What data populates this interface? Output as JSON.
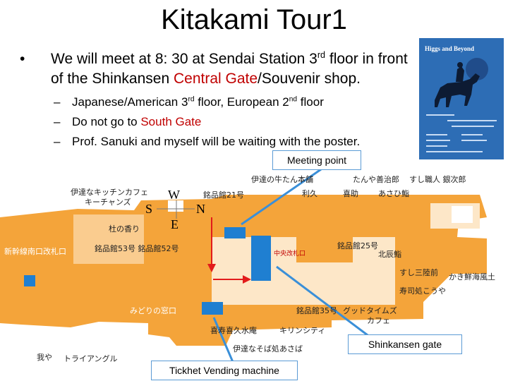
{
  "title": "Kitakami Tour1",
  "bullet": {
    "symbol": "•",
    "line_before_sup": "We will meet at 8: 30 at Sendai Station 3",
    "sup": "rd",
    "line_after_sup": " floor in front of the Shinkansen ",
    "central_gate": "Central Gate",
    "slash": "/Souvenir shop."
  },
  "sub_bullets": {
    "dash": "–",
    "item1_a": "Japanese/American 3",
    "item1_sup1": "rd",
    "item1_b": " floor, European 2",
    "item1_sup2": "nd",
    "item1_c": " floor",
    "item2_a": "Do not go to ",
    "item2_red": "South Gate",
    "item3": "Prof. Sanuki and myself will be waiting with the poster."
  },
  "labels": {
    "meeting_point": "Meeting point",
    "shinkansen_gate": "Shinkansen gate",
    "ticket_machine": "Tickhet Vending machine"
  },
  "poster": {
    "title": "Higgs and Beyond"
  },
  "compass": {
    "w": "W",
    "s": "S",
    "n": "N",
    "e": "E"
  },
  "map_labels": {
    "date_no_gyutan": "伊達の牛たん本舗",
    "tanya": "たんや善治郎",
    "sushi": "すし職人 銀次郎",
    "kitchen": "伊達なキッチンカフェ",
    "kichans": "キーチャンズ",
    "meihin21": "銘品館21号",
    "rikyu": "利久",
    "kisuke": "喜助",
    "asaoi": "あさひ鮨",
    "mori": "杜の香り",
    "meihin25": "銘品館25号",
    "meihin53": "銘品館53号 銘品館52号",
    "shinkansen_south": "新幹線南口改札口",
    "hokushin": "北辰鮨",
    "sushi_sangen": "すし三陸前",
    "kaki": "かき鮮海風土",
    "sushi_kouya": "寿司処こうや",
    "midori": "みどりの窓口",
    "meihin35": "銘品館35号",
    "good_times": "グッドタイムズ",
    "cafe": "カフェ",
    "kinoya": "喜寿喜久水庵",
    "kirin": "キリンシティ",
    "zunda": "伊達なそば処あさば",
    "koya": "我や",
    "triangle": "トライアングル",
    "central_gate_jp": "中央改札口"
  },
  "colors": {
    "map_orange": "#f4a43a",
    "map_blue": "#1f7fd1",
    "arrow_red": "#e21b1b",
    "arrow_blue": "#3a8fd8",
    "poster_blue": "#2d6db5"
  }
}
